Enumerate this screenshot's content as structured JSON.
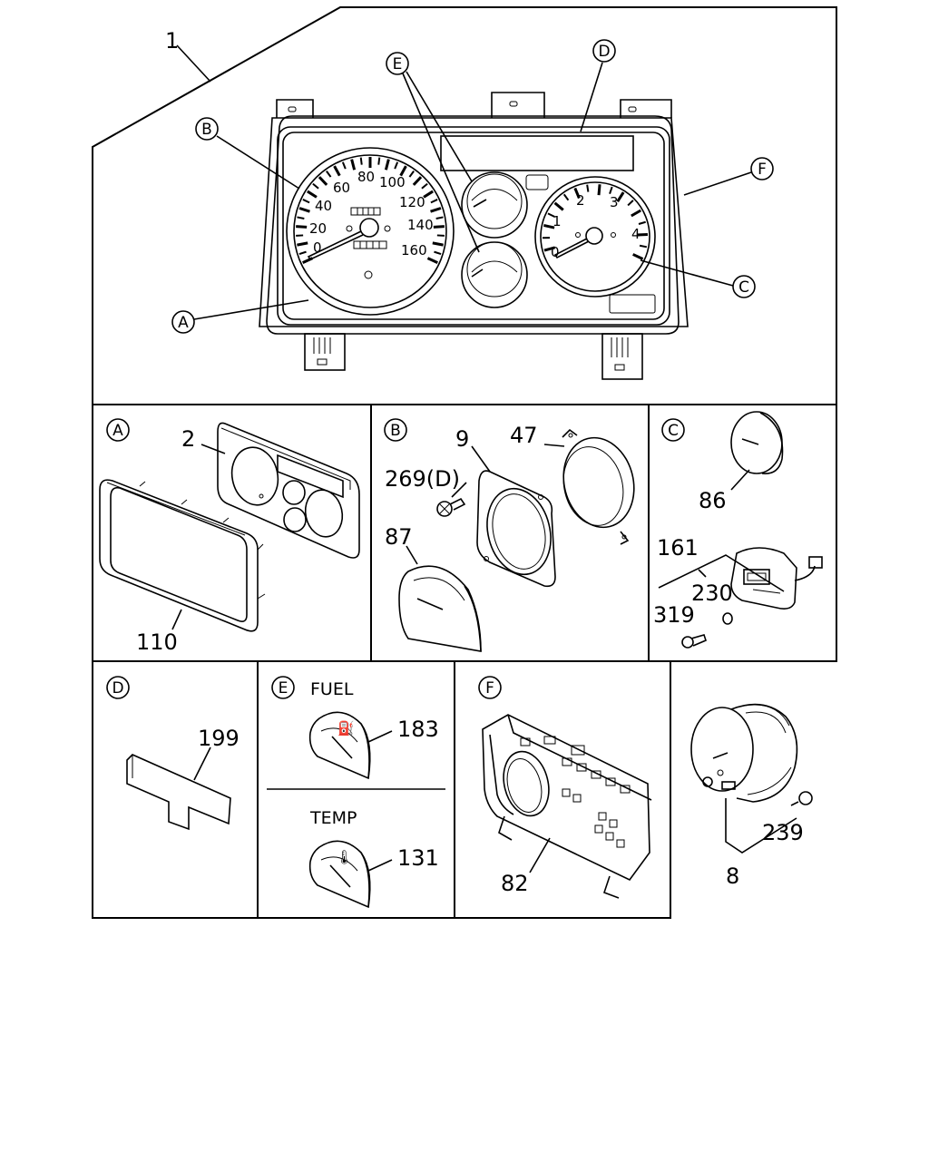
{
  "callouts": {
    "main": {
      "part1": "1",
      "a": "A",
      "b": "B",
      "c": "C",
      "d": "D",
      "e": "E",
      "f": "F"
    },
    "panel_a": {
      "letter": "A",
      "face_plate": "2",
      "lens_frame": "110"
    },
    "panel_b": {
      "letter": "B",
      "screw": "269(D)",
      "gasket": "9",
      "ring": "47",
      "gauge": "87"
    },
    "panel_c": {
      "letter": "C",
      "gauge": "86",
      "assembly": "161",
      "bulb": "230",
      "screw": "319"
    },
    "panel_d": {
      "letter": "D",
      "plate": "199"
    },
    "panel_e": {
      "letter": "E",
      "fuel_label": "FUEL",
      "fuel_gauge": "183",
      "temp_label": "TEMP",
      "temp_gauge": "131"
    },
    "panel_f": {
      "letter": "F",
      "case": "82"
    },
    "panel_g": {
      "bulb": "239",
      "gauge": "8"
    }
  },
  "speedometer_ticks": [
    "0",
    "20",
    "40",
    "60",
    "80",
    "100",
    "120",
    "140",
    "160"
  ],
  "tachometer_ticks": [
    "0",
    "1",
    "2",
    "3",
    "4"
  ]
}
